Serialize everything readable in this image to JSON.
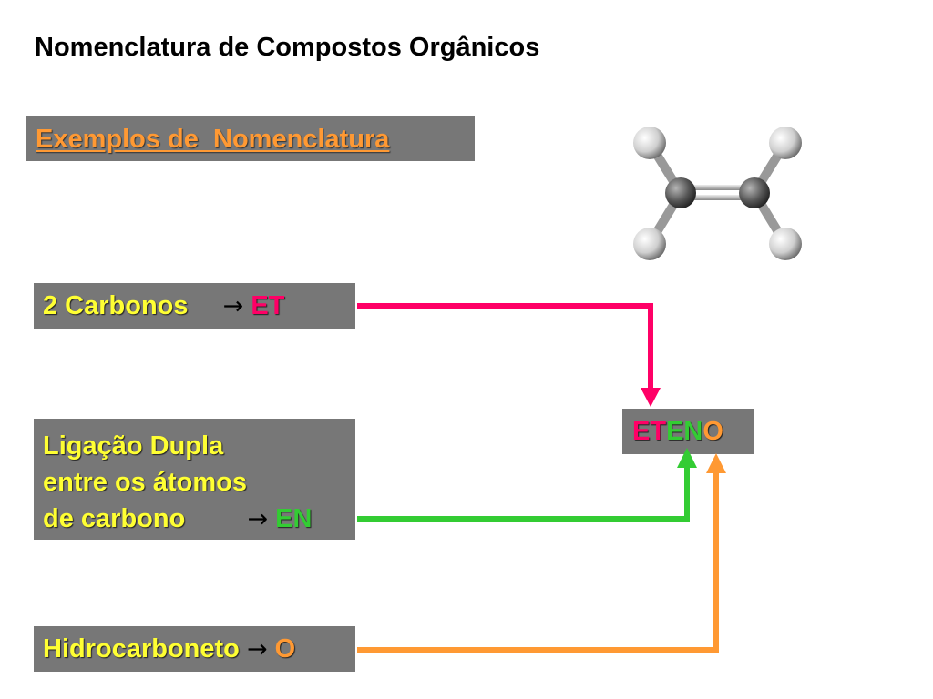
{
  "title": "Nomenclatura de Compostos Orgânicos",
  "subtitle": "Exemplos de  Nomenclatura",
  "rules": [
    {
      "lines": [
        "2 Carbonos"
      ],
      "arrow": "→",
      "suffix": "ET"
    },
    {
      "lines": [
        "Ligação Dupla",
        "entre os átomos",
        "de carbono"
      ],
      "arrow": "→",
      "suffix": "EN"
    },
    {
      "lines": [
        "Hidrocarboneto"
      ],
      "arrow": "→",
      "suffix": "O"
    }
  ],
  "result": {
    "part1": "ET",
    "part2": "EN",
    "part3": "O"
  },
  "colors": {
    "et": "#ff0066",
    "en": "#33cc33",
    "o": "#ff9933",
    "box": "#777777",
    "text": "#ffff33"
  },
  "molecule": "ethene-ball-and-stick-icon"
}
